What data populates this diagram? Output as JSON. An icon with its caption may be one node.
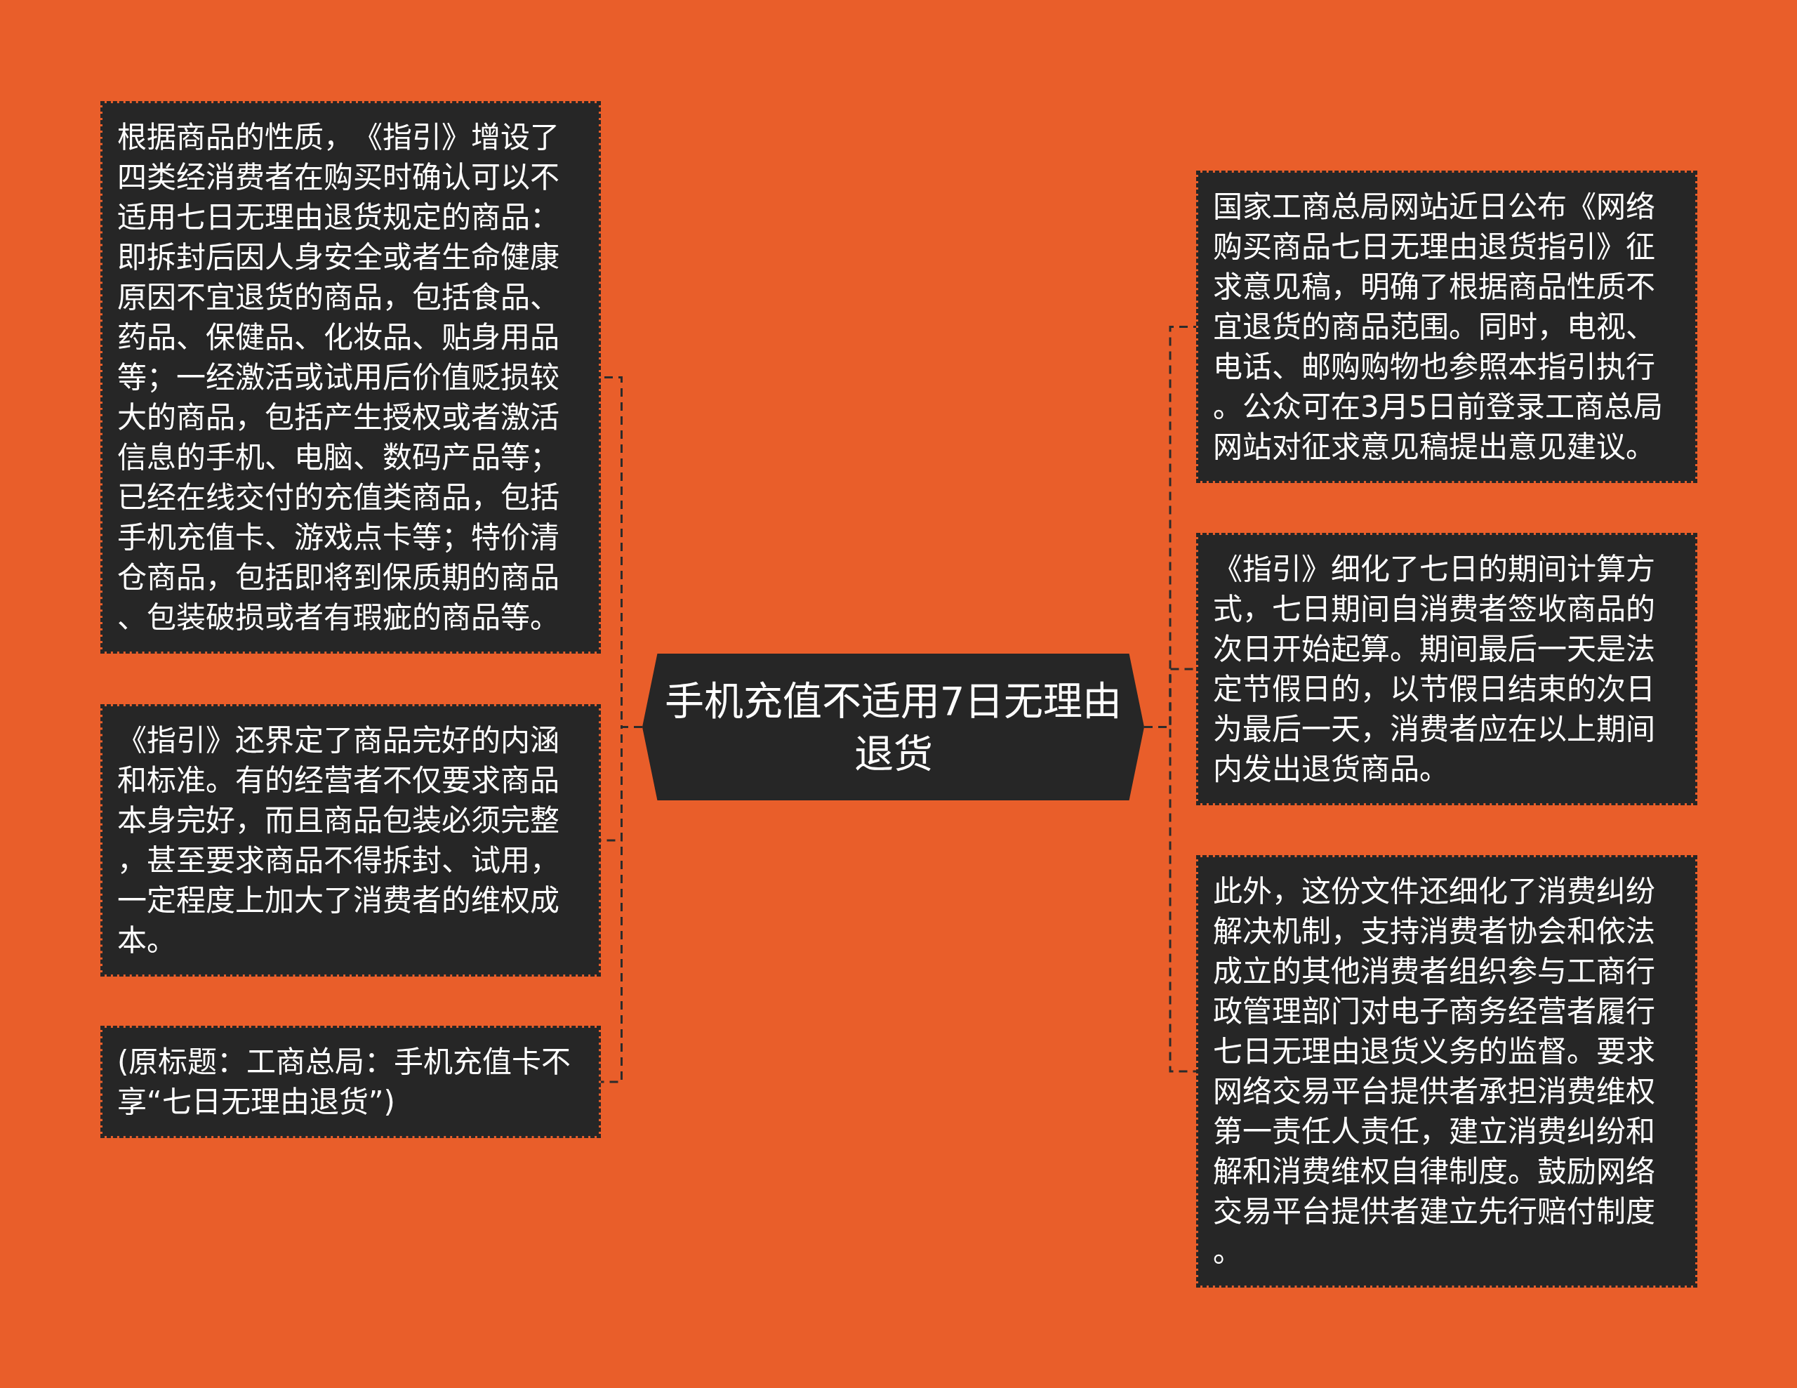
{
  "diagram": {
    "nodes": [
      {
        "text": [
          "手机充值不适用7日无理由退货"
        ]
      },
      {
        "text": [
          "根据商品的性质，《指引》增设了四类经消费者在购买时确认可以不适用七日无理由退货规定的商品：即拆封后因人身安全或者生命健康原因不宜退货的商品，包括食品、药品、保健品、化妆品、贴身用品等；一经激活或试用后价值贬损较大的商品，包括产生授权或者激活信息的手机、电脑、数码产品等；已经在线交付的充值类商品，包括手机充值卡、游戏点卡等；特价清仓商品，包括即将到保质期的商品、包装破损或者有瑕疵的商品等。"
        ]
      },
      {
        "text": [
          "《指引》还界定了商品完好的内涵和标准。有的经营者不仅要求商品本身完好，而且商品包装必须完整，甚至要求商品不得拆封、试用，一定程度上加大了消费者的维权成本。"
        ]
      },
      {
        "text": [
          "(原标题：工商总局：手机充值卡不享“七日无理由退货”)"
        ]
      },
      {
        "text": [
          "国家工商总局网站近日公布《网络购买商品七日无理由退货指引》征求意见稿，明确了根据商品性质不宜退货的商品范围。同时，电视、电话、邮购购物也参照本指引执行。公众可在3月5日前登录工商总局网站对征求意见稿提出意见建议。"
        ]
      },
      {
        "text": [
          "《指引》细化了七日的期间计算方式，七日期间自消费者签收商品的次日开始起算。期间最后一天是法定节假日的，以节假日结束的次日为最后一天，消费者应在以上期间内发出退货商品。"
        ]
      },
      {
        "text": [
          "此外，这份文件还细化了消费纠纷解决机制，支持消费者协会和依法成立的其他消费者组织参与工商行政管理部门对电子商务经营者履行七日无理由退货义务的监督。要求网络交易平台提供者承担消费维权第一责任人责任，建立消费纠纷和解和消费维权自律制度。鼓励网络交易平台提供者建立先行赔付制度。"
        ]
      }
    ],
    "edges": [
      {
        "from": 0,
        "to": 1,
        "arrow": "none",
        "style": "dashed"
      },
      {
        "from": 0,
        "to": 2,
        "arrow": "none",
        "style": "dashed"
      },
      {
        "from": 0,
        "to": 3,
        "arrow": "none",
        "style": "dashed"
      },
      {
        "from": 0,
        "to": 4,
        "arrow": "none",
        "style": "dashed"
      },
      {
        "from": 0,
        "to": 5,
        "arrow": "none",
        "style": "dashed"
      },
      {
        "from": 0,
        "to": 6,
        "arrow": "none",
        "style": "dashed"
      }
    ]
  }
}
